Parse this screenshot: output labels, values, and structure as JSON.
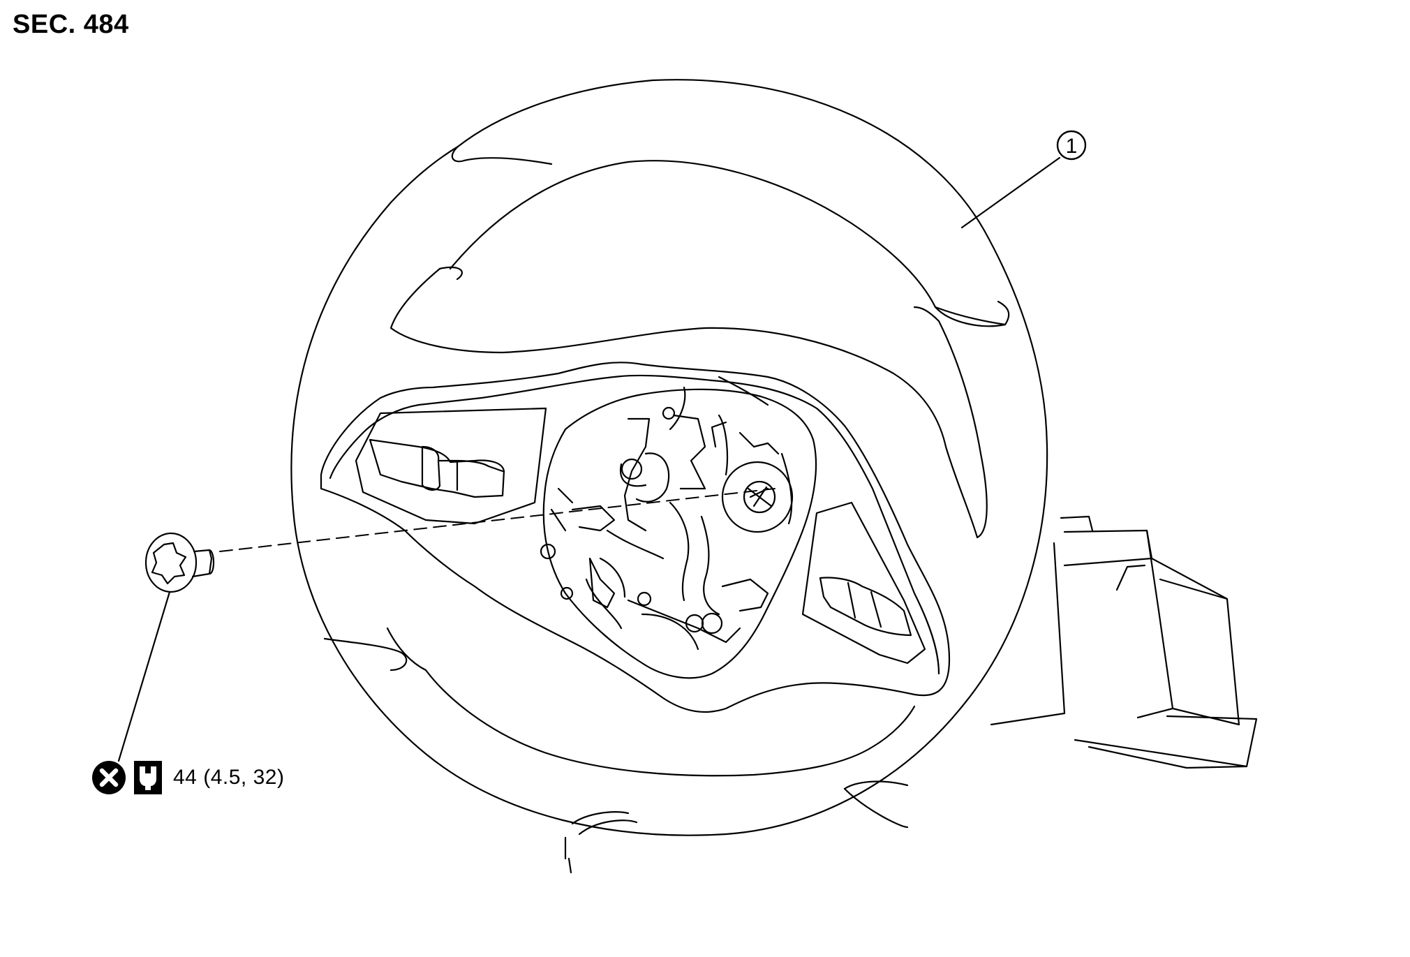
{
  "section": {
    "label": "SEC. 484"
  },
  "callouts": [
    {
      "number": "1"
    }
  ],
  "torque": {
    "value": "44 (4.5, 32)",
    "symbols": [
      "do-not-reuse-icon",
      "torque-wrench-icon"
    ]
  },
  "colors": {
    "line": "#000000",
    "background": "#ffffff"
  }
}
